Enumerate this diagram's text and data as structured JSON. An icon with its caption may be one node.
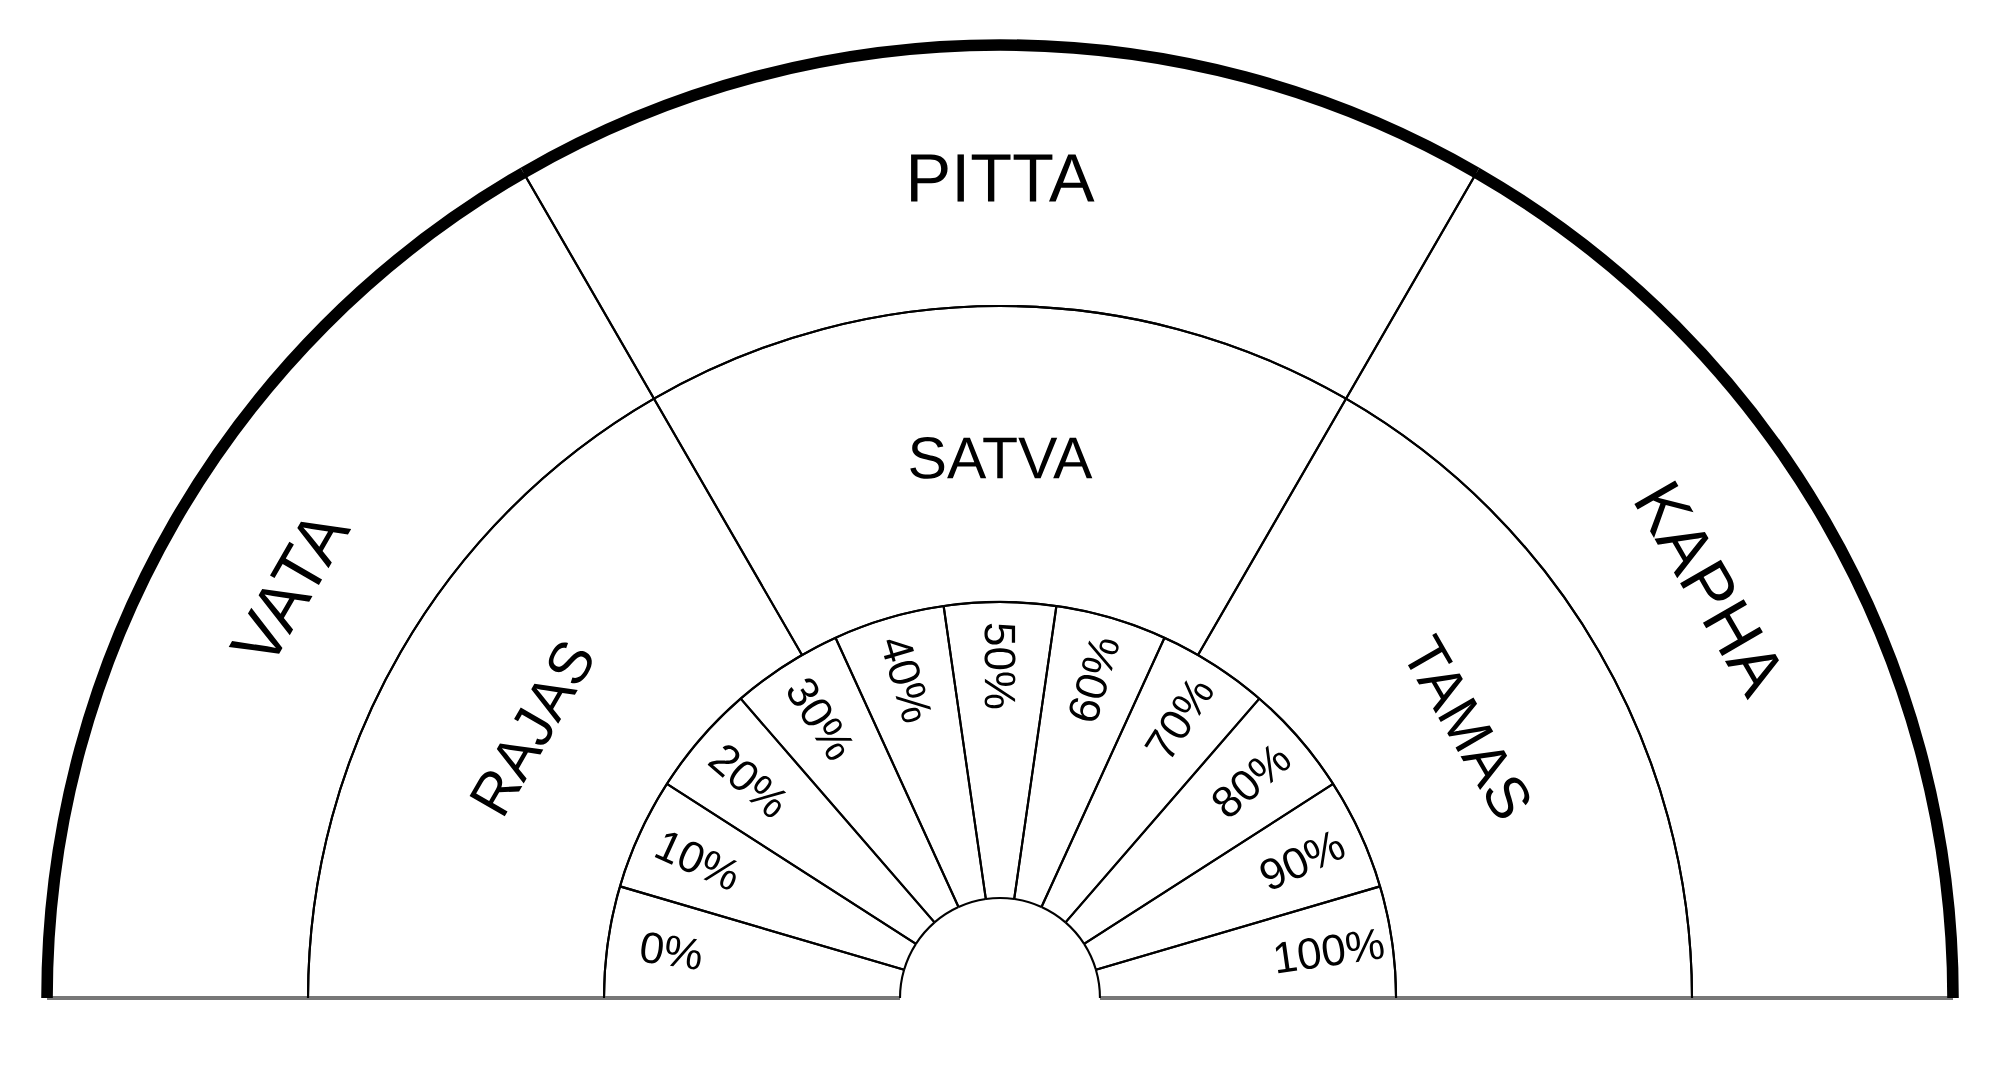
{
  "diagram": {
    "nodes": [
      {
        "text": [
          "VATA"
        ]
      },
      {
        "text": [
          "PITTA"
        ]
      },
      {
        "text": [
          "KAPHA"
        ]
      },
      {
        "text": [
          "RAJAS"
        ]
      },
      {
        "text": [
          "SATVA"
        ]
      },
      {
        "text": [
          "TAMAS"
        ]
      },
      {
        "text": [
          "0%"
        ]
      },
      {
        "text": [
          "10%"
        ]
      },
      {
        "text": [
          "20%"
        ]
      },
      {
        "text": [
          "30%"
        ]
      },
      {
        "text": [
          "40%"
        ]
      },
      {
        "text": [
          "50%"
        ]
      },
      {
        "text": [
          "60%"
        ]
      },
      {
        "text": [
          "70%"
        ]
      },
      {
        "text": [
          "80%"
        ]
      },
      {
        "text": [
          "90%"
        ]
      },
      {
        "text": [
          "100%"
        ]
      }
    ]
  }
}
